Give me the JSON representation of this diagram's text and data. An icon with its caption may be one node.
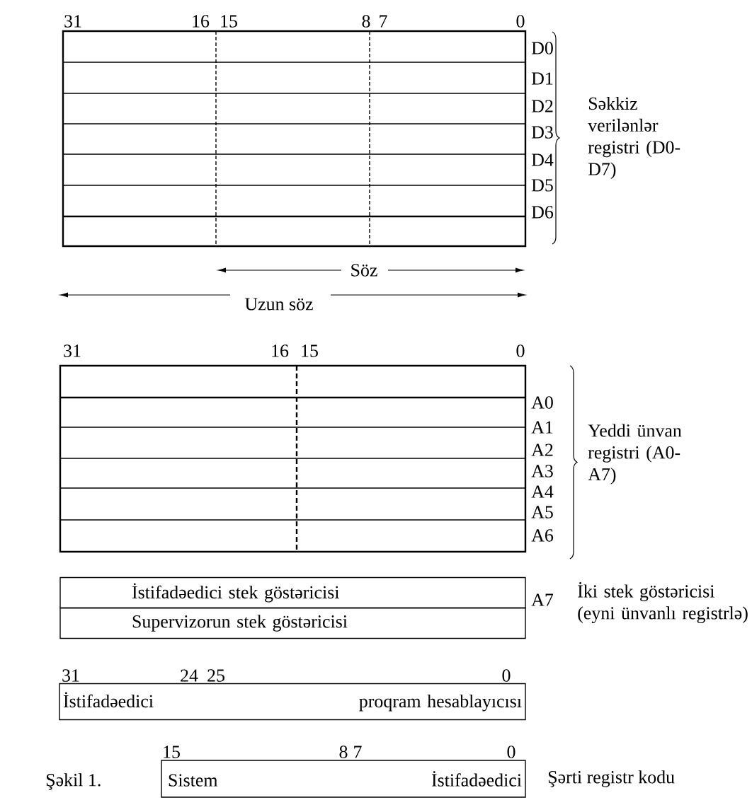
{
  "diagram": {
    "caption": "Şəkil 1.",
    "nodes": [
      {
        "text": [
          "İstifadəedici stek göstəricisi"
        ]
      },
      {
        "text": [
          "Supervizorun stek göstəricisi"
        ]
      },
      {
        "text": [
          "İstifadəedici",
          "proqram hesablayıcısı"
        ]
      },
      {
        "text": [
          "Sistem",
          "İstifadəedici"
        ],
        "beside": [
          "Şərti registr kodu"
        ]
      }
    ],
    "labels": [
      "31",
      "16",
      "15",
      "8",
      "7",
      "0",
      "D0",
      "D1",
      "D2",
      "D3",
      "D4",
      "D5",
      "D6",
      "Səkkiz verilənlər registri (D0-D7)",
      "Söz",
      "Uzun söz",
      "31",
      "16",
      "15",
      "0",
      "A0",
      "A1",
      "A2",
      "A3",
      "A4",
      "A5",
      "A6",
      "Yeddi ünvan registri (A0-A7)",
      "A7",
      "İki stek göstəricisi (eyni ünvanlı registrlə)",
      "31",
      "24",
      "25",
      "0",
      "15",
      "8",
      "7",
      "0"
    ]
  }
}
